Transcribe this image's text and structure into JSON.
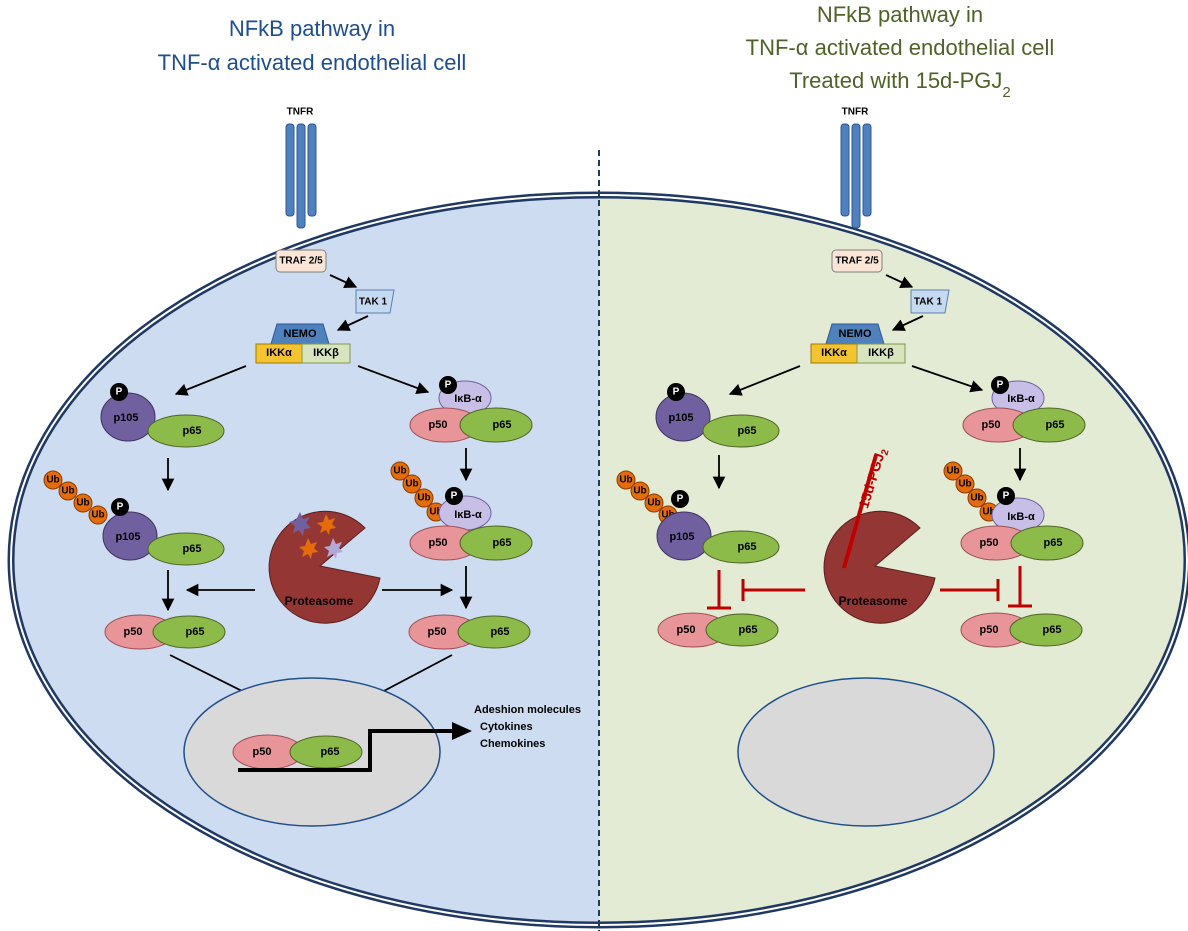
{
  "left_panel": {
    "title_line1": "NFkB pathway in",
    "title_line2": "TNF-α activated endothelial cell",
    "colors": {
      "background": "#cddcf0",
      "title": "#1f4e8c"
    }
  },
  "right_panel": {
    "title_line1": "NFkB pathway in",
    "title_line2": "TNF-α activated endothelial cell",
    "title_line3": "Treated with 15d-PGJ",
    "title_line3_sub": "2",
    "colors": {
      "background": "#e3ebd5",
      "title": "#4f6228"
    }
  },
  "labels": {
    "receptor": "TNFR",
    "traf": "TRAF 2/5",
    "tak": "TAK 1",
    "nemo": "NEMO",
    "ikk_alpha": "IKKα",
    "ikk_beta": "IKKβ",
    "phospho": "P",
    "p105": "p105",
    "p65": "p65",
    "p50": "p50",
    "ikb": "IκB-α",
    "ubiquitin": "Ub",
    "proteasome": "Proteasome",
    "inhibitor": "15d-PGJ",
    "inhibitor_sub": "2",
    "outputs": [
      "Adeshion molecules",
      "Cytokines",
      "Chemokines"
    ]
  },
  "colors": {
    "receptor": "#4f81bd",
    "traf": "#fbe5d6",
    "tak": "#c5d9f1",
    "nemo": "#4f81bd",
    "ikk_alpha": "#f4c430",
    "ikk_beta": "#d7e4bd",
    "p105": "#7060a0",
    "p65": "#8dbb4a",
    "p50": "#e8959a",
    "ikb": "#c8bfe7",
    "ubiquitin": "#e46c0a",
    "proteasome": "#943634",
    "nucleus": "#d9d9d9",
    "inhibition": "#c00000",
    "cell_border": "#1f3864"
  }
}
